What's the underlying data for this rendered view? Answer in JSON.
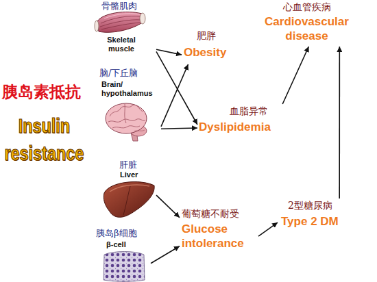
{
  "diagram": {
    "nodes": [
      {
        "text": [
          "骨骼肌肉",
          "Skeletal muscle"
        ]
      },
      {
        "text": [
          "脑/下丘脑",
          "Brain/ hypothalamus"
        ]
      },
      {
        "text": [
          "肝脏",
          "Liver"
        ]
      },
      {
        "text": [
          "胰岛β细胞",
          "β-cell"
        ]
      },
      {
        "text": [
          "心血管疾病",
          "Cardiovascular disease"
        ]
      },
      {
        "text": [
          "肥胖",
          "Obesity"
        ]
      },
      {
        "text": [
          "血脂异常",
          "Dyslipidemia"
        ]
      },
      {
        "text": [
          "葡萄糖不耐受",
          "Glucose intolerance"
        ]
      },
      {
        "text": [
          "2型糖尿病",
          "Type 2 DM"
        ]
      }
    ],
    "edges": [
      {
        "from": 0,
        "to": 5,
        "arrow": "to"
      },
      {
        "from": 0,
        "to": 6,
        "arrow": "to"
      },
      {
        "from": 1,
        "to": 5,
        "arrow": "to"
      },
      {
        "from": 1,
        "to": 6,
        "arrow": "to"
      },
      {
        "from": 2,
        "to": 7,
        "arrow": "to"
      },
      {
        "from": 3,
        "to": 7,
        "arrow": "to"
      },
      {
        "from": 7,
        "to": 8,
        "arrow": "to"
      },
      {
        "from": 6,
        "to": 4,
        "arrow": "to"
      },
      {
        "from": 8,
        "to": 4,
        "arrow": "to"
      }
    ],
    "labels": [
      "胰岛素抵抗",
      "Insulin resistance"
    ]
  }
}
